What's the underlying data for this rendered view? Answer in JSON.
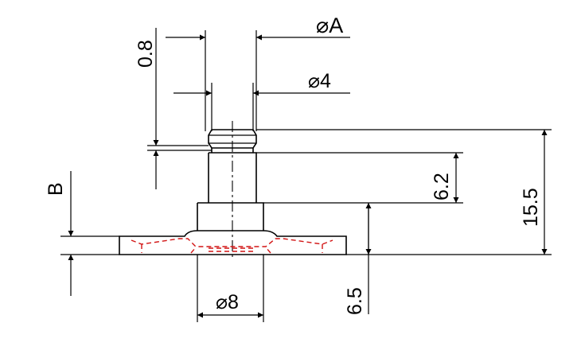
{
  "drawing": {
    "labels": {
      "dia_a": "⌀A",
      "dia_4": "⌀4",
      "dim_0_8": "0.8",
      "dim_6_2": "6.2",
      "dim_15_5": "15.5",
      "dim_6_5": "6.5",
      "dim_b": "B",
      "dia_8": "⌀8"
    },
    "colors": {
      "line": "#000000",
      "hidden_line": "#d21414",
      "background": "#ffffff"
    }
  }
}
